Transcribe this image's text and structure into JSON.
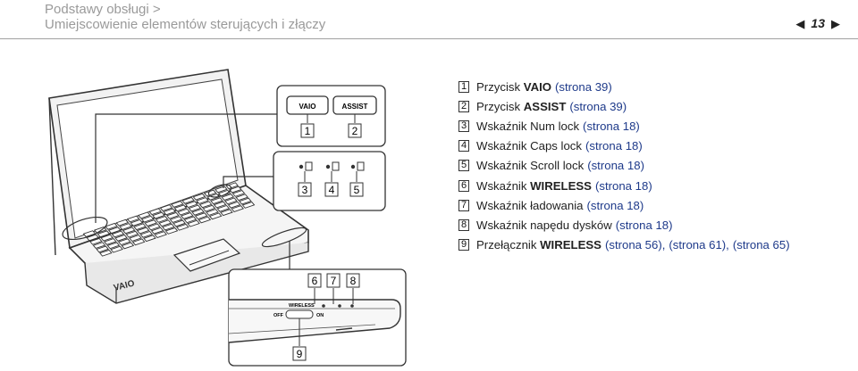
{
  "header": {
    "breadcrumb_1": "Podstawy obsługi >",
    "breadcrumb_2": "Umiejscowienie elementów sterujących i złączy",
    "page_number": "13",
    "prev_icon": "triangle-left",
    "next_icon": "triangle-right"
  },
  "legend": [
    {
      "num": "1",
      "pre": "Przycisk ",
      "bold": "VAIO",
      "post": "",
      "links": [
        "(strona 39)"
      ]
    },
    {
      "num": "2",
      "pre": "Przycisk ",
      "bold": "ASSIST",
      "post": "",
      "links": [
        "(strona 39)"
      ]
    },
    {
      "num": "3",
      "pre": "Wskaźnik Num lock",
      "bold": "",
      "post": "",
      "links": [
        "(strona 18)"
      ]
    },
    {
      "num": "4",
      "pre": "Wskaźnik Caps lock",
      "bold": "",
      "post": "",
      "links": [
        "(strona 18)"
      ]
    },
    {
      "num": "5",
      "pre": "Wskaźnik Scroll lock",
      "bold": "",
      "post": "",
      "links": [
        "(strona 18)"
      ]
    },
    {
      "num": "6",
      "pre": "Wskaźnik ",
      "bold": "WIRELESS",
      "post": "",
      "links": [
        "(strona 18)"
      ]
    },
    {
      "num": "7",
      "pre": "Wskaźnik ładowania",
      "bold": "",
      "post": "",
      "links": [
        "(strona 18)"
      ]
    },
    {
      "num": "8",
      "pre": "Wskaźnik napędu dysków",
      "bold": "",
      "post": "",
      "links": [
        "(strona 18)"
      ]
    },
    {
      "num": "9",
      "pre": "Przełącznik ",
      "bold": "WIRELESS",
      "post": "",
      "links": [
        "(strona 56),",
        "(strona 61),",
        "(strona 65)"
      ]
    }
  ],
  "illustration": {
    "btn_vaio": "VAIO",
    "btn_assist": "ASSIST",
    "logo": "VAIO",
    "label_wireless": "WIRELESS",
    "label_off": "OFF",
    "label_on": "ON",
    "callouts": [
      "1",
      "2",
      "3",
      "4",
      "5",
      "6",
      "7",
      "8",
      "9"
    ]
  }
}
